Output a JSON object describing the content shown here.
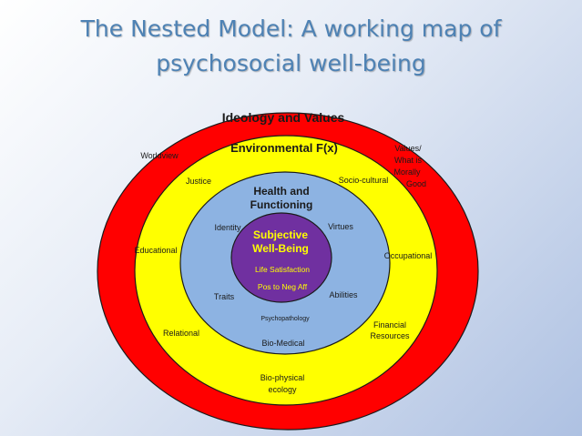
{
  "title": {
    "line1": "The Nested Model: A working map of",
    "line2": "psychosocial well-being"
  },
  "colors": {
    "title": "#4e82b4",
    "outer_ring": "#ff0000",
    "environment_ring": "#ffff00",
    "health_ring": "#8db3e2",
    "core": "#7030a0",
    "core_text": "#ffff00",
    "outline": "#1a1a1a"
  },
  "rings": {
    "ideology": {
      "heading": "Ideology and Values",
      "labels": {
        "worldview": "Worldview",
        "values_line1": "Values/",
        "values_line2": "What  is",
        "values_line3": "Morally",
        "values_line4": "Good"
      }
    },
    "environment": {
      "heading": "Environmental F(x)",
      "labels": {
        "justice": "Justice",
        "socio_cultural": "Socio-cultural",
        "educational": "Educational",
        "occupational": "Occupational",
        "relational": "Relational",
        "financial_line1": "Financial",
        "financial_line2": "Resources",
        "biophysical_line1": "Bio-physical",
        "biophysical_line2": "ecology"
      }
    },
    "health": {
      "heading_line1": "Health and",
      "heading_line2": "Functioning",
      "labels": {
        "identity": "Identity",
        "virtues": "Virtues",
        "traits": "Traits",
        "abilities": "Abilities",
        "psychopathology": "Psychopathology",
        "bio_medical": "Bio-Medical"
      }
    },
    "core": {
      "heading_line1": "Subjective",
      "heading_line2": "Well-Being",
      "life_satisfaction": "Life Satisfaction",
      "pos_neg": "Pos to Neg Aff"
    }
  }
}
